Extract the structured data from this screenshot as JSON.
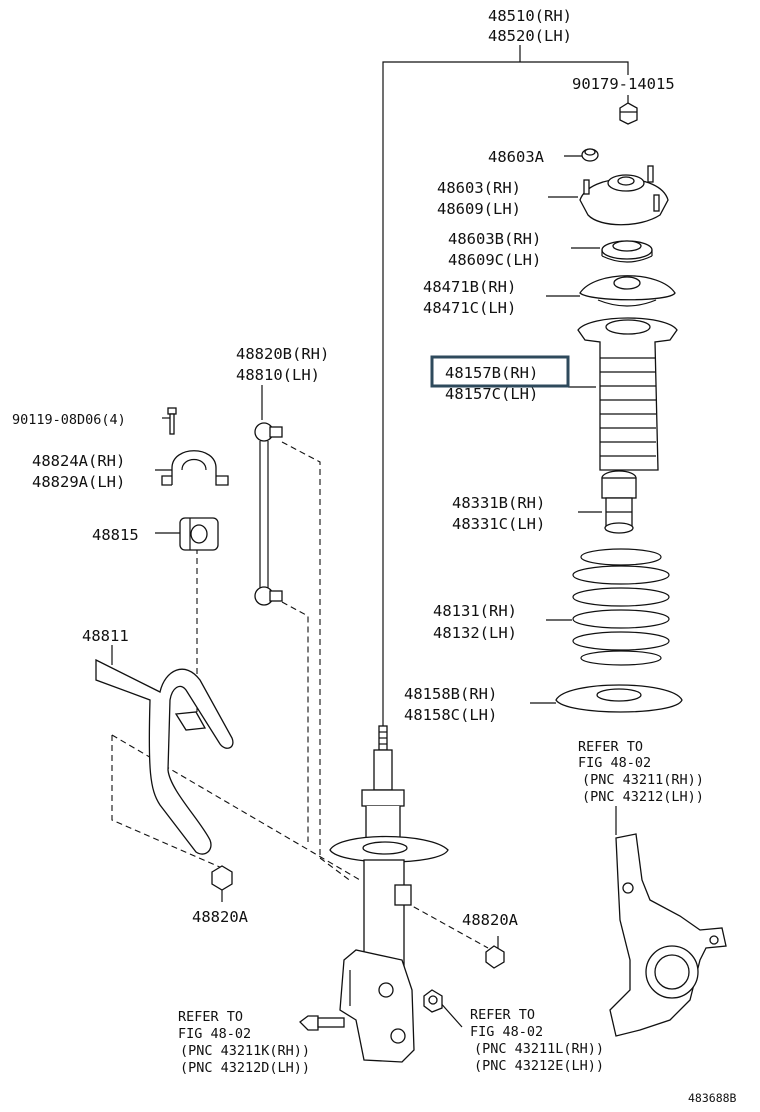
{
  "labels": {
    "strut_rh": "48510(RH)",
    "strut_lh": "48520(LH)",
    "nut_top": "90179-14015",
    "cap": "48603A",
    "mount_rh": "48603(RH)",
    "mount_lh": "48609(LH)",
    "bearing_rh": "48603B(RH)",
    "bearing_lh": "48609C(LH)",
    "seat_rh": "48471B(RH)",
    "seat_lh": "48471C(LH)",
    "boot_rh": "48157B(RH)",
    "boot_lh": "48157C(LH)",
    "bumper_rh": "48331B(RH)",
    "bumper_lh": "48331C(LH)",
    "spring_rh": "48131(RH)",
    "spring_lh": "48132(LH)",
    "insulator_rh": "48158B(RH)",
    "insulator_lh": "48158C(LH)",
    "link_rh": "48820B(RH)",
    "link_lh": "48810(LH)",
    "bolt": "90119-08D06(4)",
    "bracket_rh": "48824A(RH)",
    "bracket_lh": "48829A(LH)",
    "bushing": "48815",
    "stabilizer_bar": "48811",
    "nut_left": "48820A",
    "nut_right": "48820A"
  },
  "refer_knuckle": {
    "line1": "REFER TO",
    "line2": "FIG 48-02",
    "line3": "(PNC 43211(RH))",
    "line4": "(PNC 43212(LH))"
  },
  "refer_bolt": {
    "line1": "REFER TO",
    "line2": "FIG 48-02",
    "line3": "(PNC 43211K(RH))",
    "line4": "(PNC 43212D(LH))"
  },
  "refer_nut": {
    "line1": "REFER TO",
    "line2": "FIG 48-02",
    "line3": "(PNC 43211L(RH))",
    "line4": "(PNC 43212E(LH))"
  },
  "figure_id": "483688B",
  "highlight_color": "#2e4a5c"
}
